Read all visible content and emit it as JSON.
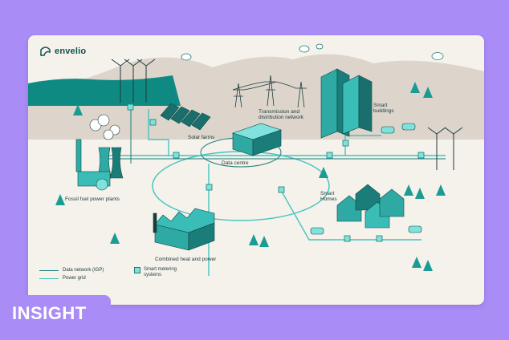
{
  "brand": {
    "name": "envelio",
    "logo_icon": "envelio-logo-icon"
  },
  "labels": {
    "solar_farms": "Solar farms",
    "transmission": "Transmission and\ndistribution network",
    "smart_buildings": "Smart\nbuildings",
    "data_centre": "Data centre",
    "fossil": "Fossil fuel power plants",
    "smart_homes": "Smart\nHomes",
    "chp": "Combined heat and power"
  },
  "legend": {
    "data_network": "Data network (IGP)",
    "power_grid": "Power grid",
    "smart_metering": "Smart metering\nsystems"
  },
  "badge": {
    "text": "INSIGHT"
  },
  "colors": {
    "teal_dark": "#1a7d7a",
    "teal_light": "#7fe2dc",
    "teal_mid": "#2fa9a3",
    "hills": "#ddd5cc",
    "background": "#a98cf5"
  }
}
